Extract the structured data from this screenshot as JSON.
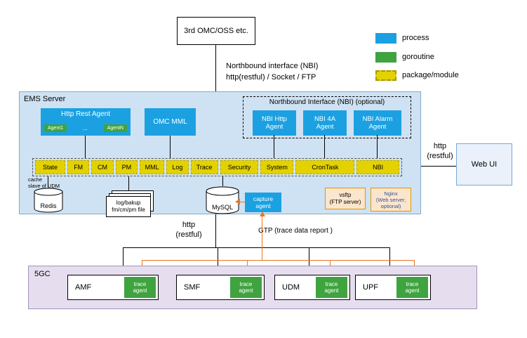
{
  "colors": {
    "process_blue": "#1ba1e2",
    "goroutine_green": "#3fa33f",
    "package_yellow": "#e3d200",
    "ems_background": "#cfe2f3",
    "core_background": "#e6deee",
    "ftp_box_background": "#fce5cd",
    "ftp_box_border": "#d79b00",
    "gtp_line_orange": "#e87722"
  },
  "top": {
    "omc_box": "3rd OMC/OSS etc.",
    "nbi_line1": "Northbound interface (NBI)",
    "nbi_line2": "http(restful) / Socket / FTP"
  },
  "legend": {
    "process": "process",
    "goroutine": "goroutine",
    "package": "package/module"
  },
  "ems": {
    "title": "EMS Server",
    "http_rest_agent": "Http Rest Agent",
    "agent_first": "Agent1",
    "agent_dots": "...",
    "agent_last": "AgentN",
    "omc_mml": "OMC MML",
    "nbi_group_title": "Northbound Interface (NBI)  (optional)",
    "nbi_http_agent": "NBI Http\nAgent",
    "nbi_4a_agent": "NBI 4A\nAgent",
    "nbi_alarm_agent": "NBI Alarm\nAgent",
    "modules": [
      "State",
      "FM",
      "CM",
      "PM",
      "MML",
      "Log",
      "Trace",
      "Security",
      "System",
      "CronTask",
      "NBI"
    ],
    "cache_note": "cache\nslave of UDM",
    "redis": "Redis",
    "log_files": "log/bakup\nfm/cm/pm file",
    "mysql": "MySQL",
    "capture_agent": "capture\nagent",
    "vsftp": "vsftp\n(FTP server)",
    "nginx": "Nginx\n(Web server,\noptional)"
  },
  "links": {
    "http_restful_right": "http\n(restful)",
    "http_restful_down": "http\n(restful)",
    "gtp": "GTP  (trace data report )"
  },
  "web_ui": "Web UI",
  "core": {
    "title": "5GC",
    "nfs": [
      {
        "name": "AMF",
        "agent": "trace\nagent"
      },
      {
        "name": "SMF",
        "agent": "trace\nagent"
      },
      {
        "name": "UDM",
        "agent": "trace\nagent"
      },
      {
        "name": "UPF",
        "agent": "trace\nagent"
      }
    ]
  }
}
